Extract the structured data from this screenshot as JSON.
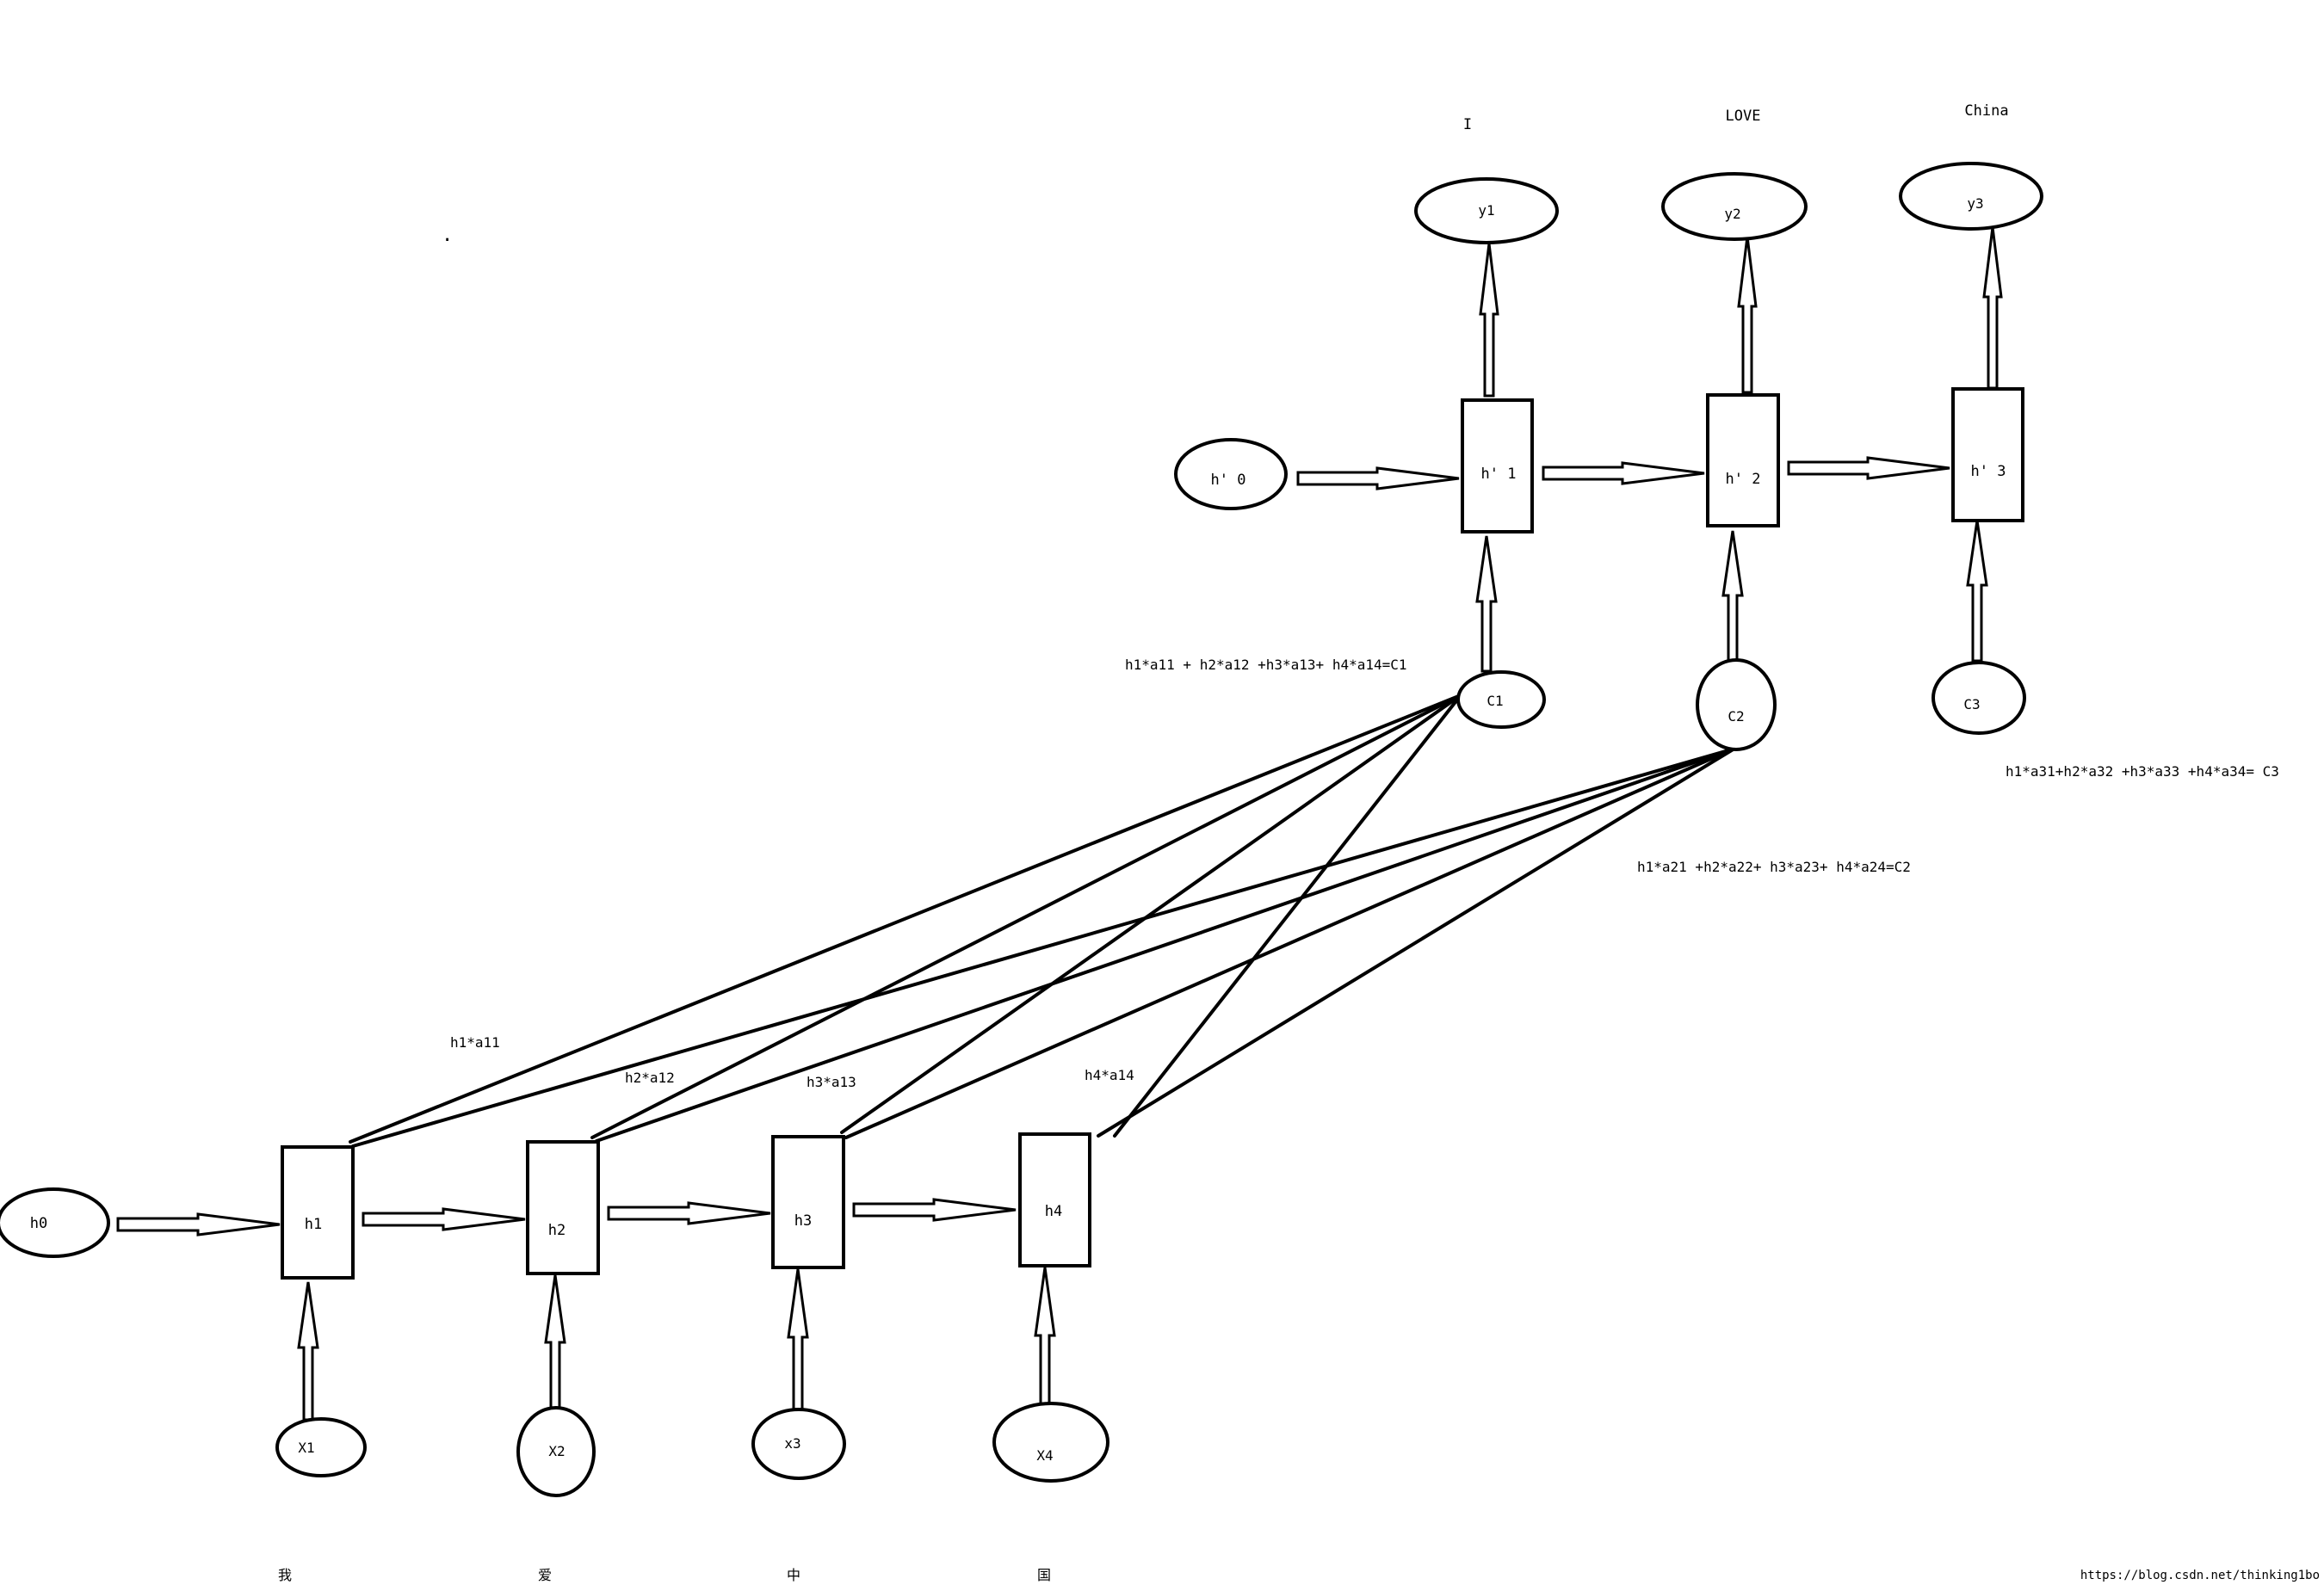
{
  "colors": {
    "stroke": "#000000",
    "background": "#ffffff",
    "highlight": "#e02020",
    "watermark": "#c8c8c8"
  },
  "decoder": {
    "outputs": [
      "I",
      "LOVE",
      "China"
    ],
    "y_nodes": [
      "y1",
      "y2",
      "y3"
    ],
    "hidden": [
      "h' 1",
      "h' 2",
      "h' 3"
    ],
    "initial_state": "h' 0",
    "contexts": [
      "C1",
      "C2",
      "C3"
    ]
  },
  "encoder": {
    "initial_state": "h0",
    "hidden": [
      "h1",
      "h2",
      "h3",
      "h4"
    ],
    "inputs": [
      "X1",
      "X2",
      "x3",
      "X4"
    ],
    "input_words": [
      "我",
      "爱",
      "中",
      "国"
    ]
  },
  "formulas": {
    "c1": "h1*a11 + h2*a12 +h3*a13+ h4*a14=C1",
    "c2": "h1*a21 +h2*a22+ h3*a23+ h4*a24=C2",
    "c3": "h1*a31+h2*a32 +h3*a33 +h4*a34= C3"
  },
  "edge_labels": [
    "h1*a11",
    "h2*a12",
    "h3*a13",
    "h4*a14"
  ],
  "dot": ".",
  "watermark": "https://blog.csdn.net/thinking1bo"
}
